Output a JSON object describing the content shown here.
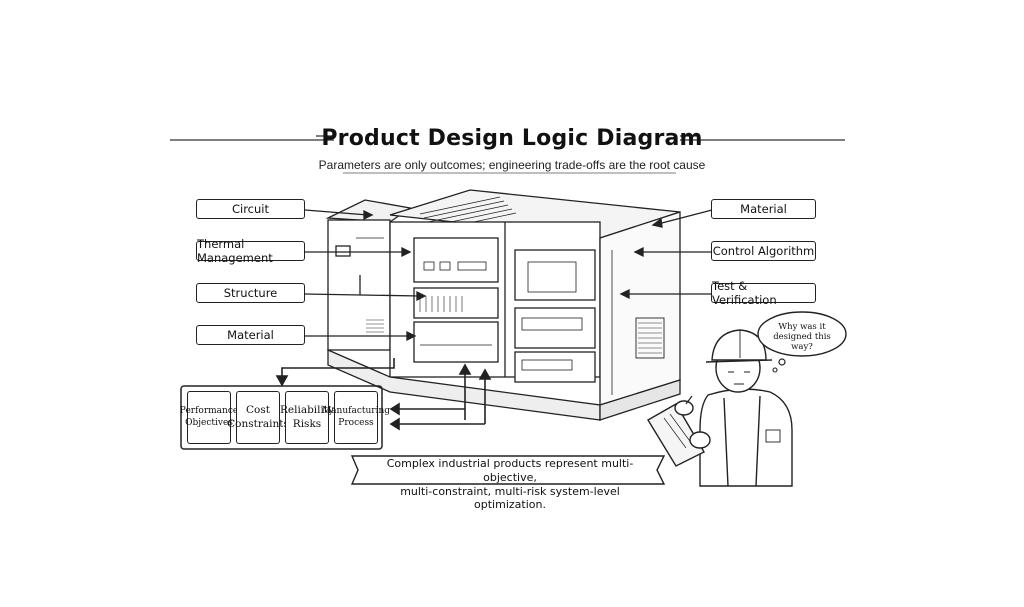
{
  "title": "Product Design Logic Diagram",
  "subtitle": "Parameters are only outcomes; engineering trade-offs are the root cause",
  "left_labels": [
    "Circuit",
    "Thermal Management",
    "Structure",
    "Material"
  ],
  "right_labels": [
    "Material",
    "Control Algorithm",
    "Test & Verification"
  ],
  "objectives": [
    "Performance Objectives",
    "Cost Constraints",
    "Reliability Risks",
    "Manufacturing Process"
  ],
  "banner": {
    "line1": "Complex industrial products represent multi-objective,",
    "line2": "multi-constraint, multi-risk system-level optimization."
  },
  "thought_bubble": "Why was it designed this way?"
}
